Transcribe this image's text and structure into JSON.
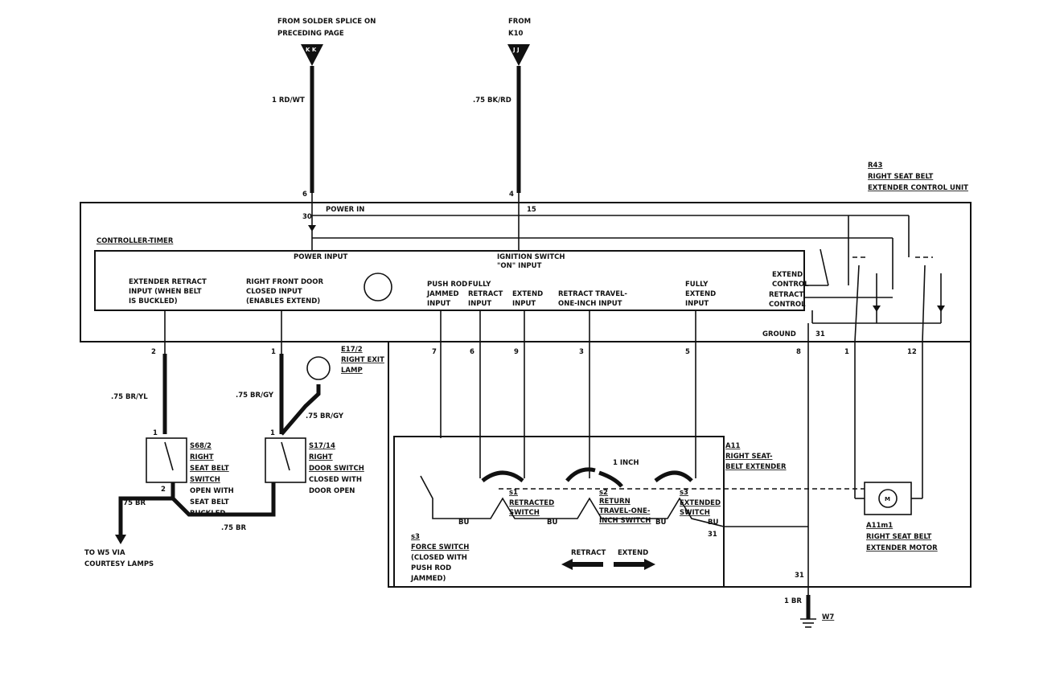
{
  "connectors": {
    "kk": {
      "id": "K K",
      "from": [
        "FROM SOLDER SPLICE ON",
        "PRECEDING PAGE"
      ],
      "wire": "1 RD/WT",
      "pin": "6",
      "inner_pin": "30"
    },
    "jj": {
      "id": "J J",
      "from": [
        "FROM",
        "K10"
      ],
      "wire": ".75 BK/RD",
      "pin": "4",
      "inner_pin": "15"
    }
  },
  "control_unit": {
    "ref": "R43",
    "name": [
      "RIGHT SEAT BELT",
      "EXTENDER CONTROL UNIT"
    ],
    "power_in": "POWER IN",
    "ground": "GROUND",
    "ground_pin": "31"
  },
  "controller": {
    "title": "CONTROLLER-TIMER",
    "power_input": "POWER INPUT",
    "ignition": [
      "IGNITION SWITCH",
      "\"ON\" INPUT"
    ],
    "inputs": [
      {
        "label": [
          "EXTENDER RETRACT",
          "INPUT (WHEN BELT",
          "IS BUCKLED)"
        ],
        "pin": "2"
      },
      {
        "label": [
          "RIGHT FRONT DOOR",
          "CLOSED INPUT",
          "(ENABLES EXTEND)"
        ],
        "pin": "1"
      },
      {
        "label": [
          "PUSH ROD",
          "JAMMED",
          "INPUT"
        ],
        "pin": "7"
      },
      {
        "label": [
          "FULLY",
          "RETRACT",
          "INPUT"
        ],
        "pin": "6"
      },
      {
        "label": [
          "EXTEND",
          "INPUT"
        ],
        "pin": "9"
      },
      {
        "label": [
          "RETRACT TRAVEL-",
          "ONE-INCH INPUT"
        ],
        "pin": "3"
      },
      {
        "label": [
          "FULLY",
          "EXTEND",
          "INPUT"
        ],
        "pin": "5"
      }
    ],
    "controls": [
      "EXTEND",
      "CONTROL",
      "RETRACT",
      "CONTROL"
    ],
    "right_pins": [
      "8",
      "1",
      "12"
    ]
  },
  "left": {
    "wire1": ".75 BR/YL",
    "wire2": ".75 BR/GY",
    "wire3": ".75 BR/GY",
    "lamp": {
      "ref": "E17/2",
      "name": [
        "RIGHT EXIT",
        "LAMP"
      ]
    },
    "s68": {
      "ref": "S68/2",
      "name": [
        "RIGHT",
        "SEAT BELT",
        "SWITCH"
      ],
      "desc": [
        "OPEN WITH",
        "SEAT BELT",
        "BUCKLED"
      ],
      "pin_top": "1",
      "pin_bot": "2"
    },
    "s17": {
      "ref": "S17/14",
      "name": [
        "RIGHT",
        "DOOR SWITCH"
      ],
      "desc": [
        "CLOSED WITH",
        "DOOR OPEN"
      ],
      "pin_top": "1"
    },
    "wire_br1": ".75 BR",
    "wire_br2": ".75 BR",
    "to": [
      "TO W5 VIA",
      "COURTESY LAMPS"
    ]
  },
  "extender": {
    "ref": "A11",
    "name": [
      "RIGHT SEAT-",
      "BELT EXTENDER"
    ],
    "one_inch": "1 INCH",
    "s1": {
      "ref": "s1",
      "name": [
        "RETRACTED",
        "SWITCH"
      ]
    },
    "s2": {
      "ref": "s2",
      "name": [
        "RETURN",
        "TRAVEL-ONE-",
        "INCH SWITCH"
      ]
    },
    "s3": {
      "ref": "s3",
      "name": [
        "EXTENDED",
        "SWITCH"
      ]
    },
    "force": {
      "ref": "s3",
      "name": [
        "FORCE SWITCH",
        "(CLOSED WITH",
        "PUSH ROD",
        "JAMMED)"
      ]
    },
    "bu": "BU",
    "pin31": "31",
    "retract": "RETRACT",
    "extend": "EXTEND"
  },
  "motor": {
    "ref": "A11m1",
    "name": [
      "RIGHT SEAT BELT",
      "EXTENDER MOTOR"
    ],
    "symbol": "M"
  },
  "ground": {
    "pin": "31",
    "wire": "1 BR",
    "ref": "W7"
  }
}
